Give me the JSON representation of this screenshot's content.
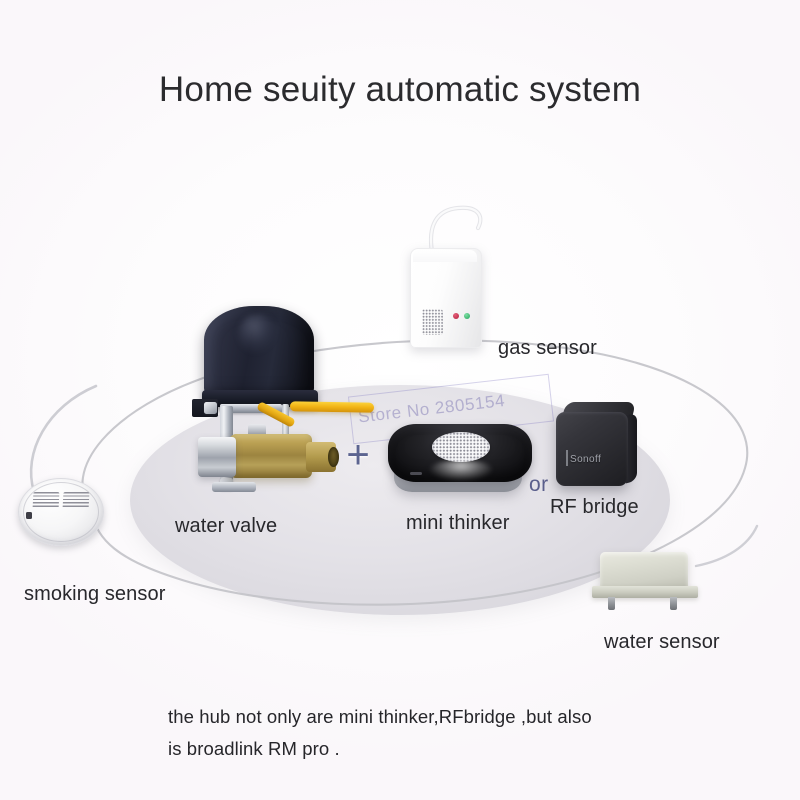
{
  "page": {
    "title": "Home seuity automatic system",
    "background_color": "#fdfcfd",
    "watermark": "Store No 2805154"
  },
  "diagram": {
    "plus_symbol": "+",
    "plus_color": "#5c6490",
    "or_label": "or",
    "or_color": "#5b5f8c",
    "devices": [
      {
        "id": "smoking-sensor",
        "label": "smoking sensor",
        "description": "round white smoke detector with vent slots"
      },
      {
        "id": "water-valve",
        "label": "water valve",
        "description": "brass ball valve with black motor actuator and yellow handle"
      },
      {
        "id": "gas-sensor",
        "label": "gas sensor",
        "description": "white wall gas detector with speaker grille, red and green LEDs"
      },
      {
        "id": "mini-thinker",
        "label": "mini thinker",
        "description": "black rounded square hub with white speaker grille"
      },
      {
        "id": "rf-bridge",
        "label": "RF bridge",
        "description": "dark square Sonoff RF bridge",
        "brand": "Sonoff"
      },
      {
        "id": "water-sensor",
        "label": "water sensor",
        "description": "beige water leak sensor with two probe pins"
      }
    ]
  },
  "footnote": {
    "line1": "the hub not only are mini thinker,RFbridge ,but also",
    "line2": "is broadlink RM pro ."
  }
}
